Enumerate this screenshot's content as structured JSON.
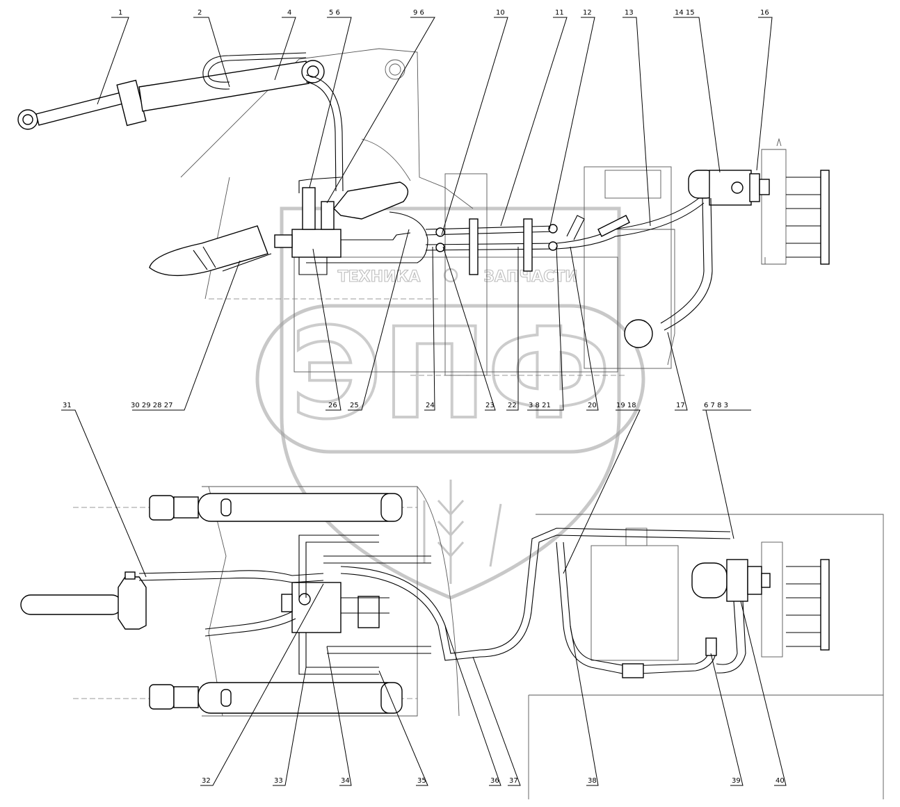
{
  "callouts_top": {
    "c1": "1",
    "c2": "2",
    "c4": "4",
    "c5_6": "5  6",
    "c9_6": "9  6",
    "c10": "10",
    "c11": "11",
    "c12": "12",
    "c13": "13",
    "c14_15": "14  15",
    "c16": "16",
    "c30_27": "30  29  28  27",
    "c26": "26",
    "c25": "25",
    "c24": "24",
    "c23": "23",
    "c22": "22",
    "c3_8_21": "3    8    21",
    "c20": "20",
    "c19_18": "19  18",
    "c17": "17",
    "c6_7_8_3": "6    7    8    3"
  },
  "callouts_bottom": {
    "c31": "31",
    "c32": "32",
    "c33": "33",
    "c34": "34",
    "c35": "35",
    "c36": "36",
    "c37": "37",
    "c38": "38",
    "c39": "39",
    "c40": "40"
  },
  "watermark": {
    "text_left": "ТЕХНИКА",
    "text_right": "ЗАПЧАСТИ",
    "big_letters": "ЭПФ"
  }
}
